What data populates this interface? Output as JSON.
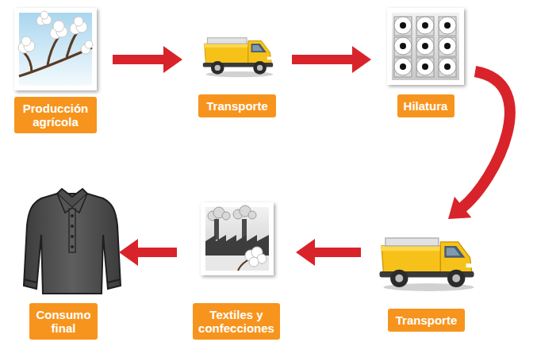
{
  "diagram": {
    "nodes": [
      {
        "text": [
          "Producción agrícola"
        ]
      },
      {
        "text": [
          "Transporte"
        ]
      },
      {
        "text": [
          "Hilatura"
        ]
      },
      {
        "text": [
          "Transporte"
        ]
      },
      {
        "text": [
          "Textiles y confecciones"
        ]
      },
      {
        "text": [
          "Consumo final"
        ]
      }
    ],
    "edges": [
      {
        "from": 0,
        "to": 1,
        "arrow": "to"
      },
      {
        "from": 1,
        "to": 2,
        "arrow": "to"
      },
      {
        "from": 2,
        "to": 3,
        "arrow": "to"
      },
      {
        "from": 3,
        "to": 4,
        "arrow": "to"
      },
      {
        "from": 4,
        "to": 5,
        "arrow": "to"
      }
    ]
  }
}
